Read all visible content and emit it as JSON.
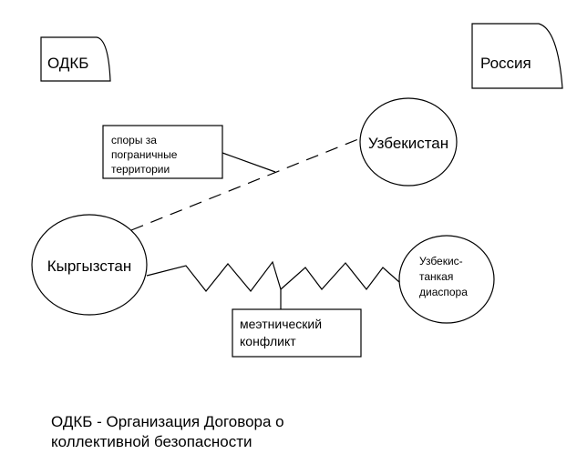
{
  "colors": {
    "stroke": "#000000",
    "background": "#ffffff"
  },
  "nodes": {
    "odkb": "ОДКБ",
    "russia": "Россия",
    "uzbekistan": "Узбекистан",
    "kyrgyzstan": "Кыргызстан",
    "diaspora": [
      "Узбекис-",
      "танкая",
      "диаспора"
    ]
  },
  "notes": {
    "border_disputes": [
      "споры за",
      "пограничные",
      "территории"
    ],
    "interethnic_conflict": [
      "меэтнический",
      "конфликт"
    ]
  },
  "caption": {
    "line1": "ОДКБ - Организация Договора о",
    "line2": "коллективной безопасности"
  }
}
